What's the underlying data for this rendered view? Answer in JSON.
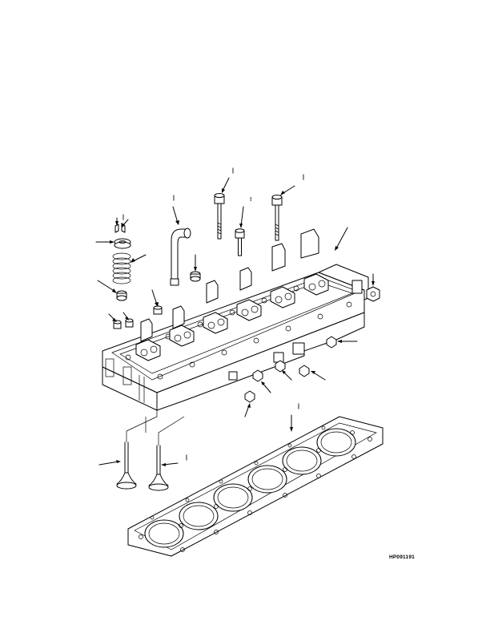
{
  "figure": {
    "id_label": "HP091191",
    "reference_marks": [
      {
        "key": "a",
        "text": "|"
      },
      {
        "key": "b",
        "text": "|"
      },
      {
        "key": "c",
        "text": "!"
      },
      {
        "key": "d",
        "text": "|"
      },
      {
        "key": "e",
        "text": "|"
      },
      {
        "key": "f",
        "text": "|"
      },
      {
        "key": "g",
        "text": "|"
      }
    ],
    "colors": {
      "line": "#000000",
      "background": "#ffffff"
    },
    "parts_shown": [
      "cylinder-head",
      "head-gasket",
      "intake-valve",
      "exhaust-valve",
      "valve-spring",
      "spring-retainer",
      "valve-collets",
      "valve-stem-seal",
      "head-bolt-long",
      "head-bolt-short",
      "injector-tube",
      "sealing-washer",
      "plug",
      "dowel",
      "fuel-connector-nut"
    ]
  }
}
